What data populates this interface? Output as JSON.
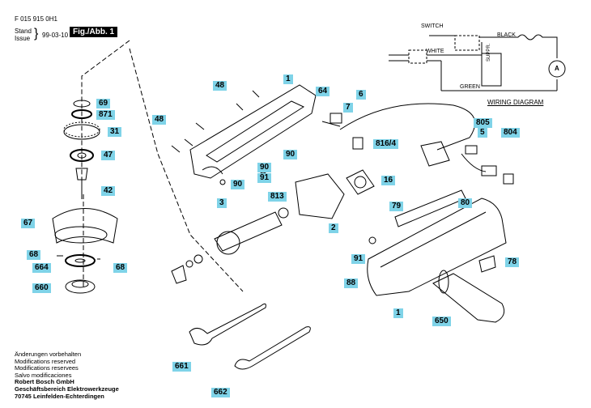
{
  "header": {
    "doc_number": "F 015 915 0H1",
    "stand": "Stand",
    "issue": "Issue",
    "date": "99-03-10",
    "figure": "Fig./Abb. 1"
  },
  "wiring": {
    "switch": "SWITCH",
    "black": "BLACK",
    "white": "WHITE",
    "green": "GREEN",
    "suppr": "SUPPR.",
    "motor": "A",
    "title": "WIRING DIAGRAM"
  },
  "parts": [
    "69",
    "871",
    "31",
    "47",
    "42",
    "67",
    "68",
    "664",
    "68",
    "660",
    "48",
    "1",
    "64",
    "7",
    "6",
    "48",
    "90",
    "90",
    "90",
    "91",
    "3",
    "813",
    "816/4",
    "16",
    "805",
    "5",
    "804",
    "80",
    "79",
    "2",
    "91",
    "88",
    "1",
    "78",
    "650",
    "661",
    "662"
  ],
  "footer": {
    "lines": [
      "Änderungen vorbehalten",
      "Modifications reserved",
      "Modifications reservees",
      "Salvo modificaciones"
    ],
    "bold_lines": [
      "Robert Bosch GmbH",
      "Geschäftsbereich Elektrowerkzeuge",
      "70745 Leinfelden-Echterdingen"
    ]
  }
}
